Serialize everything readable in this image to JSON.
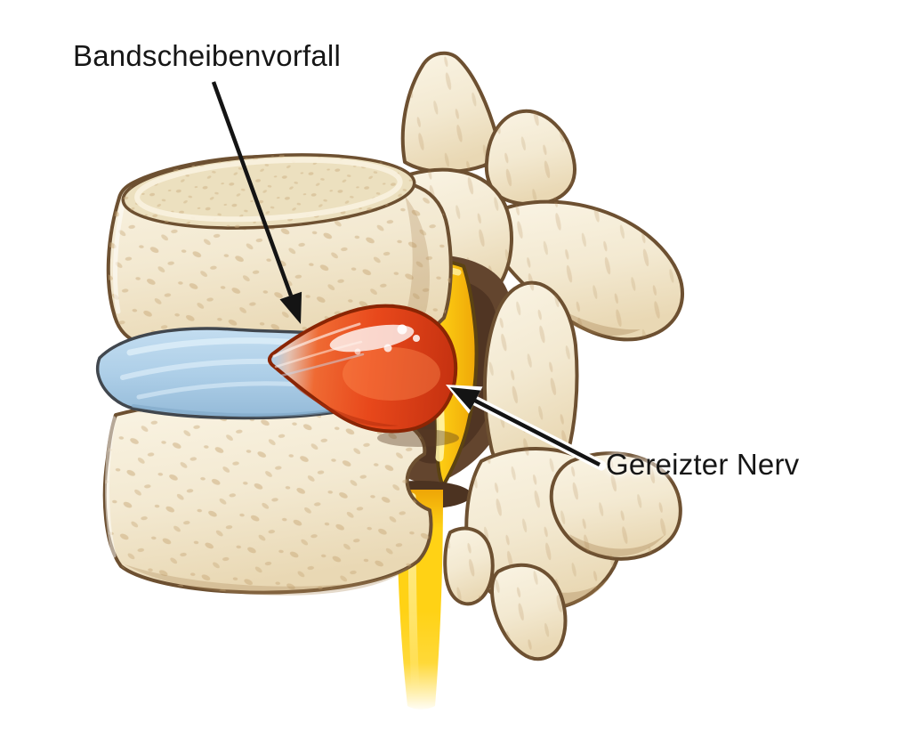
{
  "illustration": {
    "kind": "medical-diagram",
    "subject": "Wirbelsäulensegment (Seitenansicht) mit Bandscheibenvorfall und gereiztem Nerv",
    "background_color": "#ffffff"
  },
  "labels": {
    "herniation": {
      "text": "Bandscheibenvorfall",
      "points_to": "disc-herniation"
    },
    "nerve": {
      "text": "Gereizter Nerv",
      "points_to": "irritated-nerve-root"
    }
  },
  "colors": {
    "background": "#ffffff",
    "bone": "#f3e9d1",
    "bone_light": "#faf4e4",
    "bone_top": "#ece0bf",
    "bone_shadow": "#dcc49c",
    "bone_outline": "#6d5031",
    "bone_speckle": "#c9a97a",
    "disc": "#aecfe8",
    "disc_highlight": "#dcedf8",
    "disc_outline": "#41474e",
    "herniation": "#e8481b",
    "herniation_dark": "#b02c0c",
    "herniation_outline": "#8a2504",
    "nerve": "#ffd215",
    "nerve_shadow": "#eda306",
    "nerve_highlight": "#fff4ac",
    "nerve_outline": "#5c4312",
    "foramen_shadow": "#63452e",
    "label_text": "#161616",
    "arrow": "#141414"
  }
}
